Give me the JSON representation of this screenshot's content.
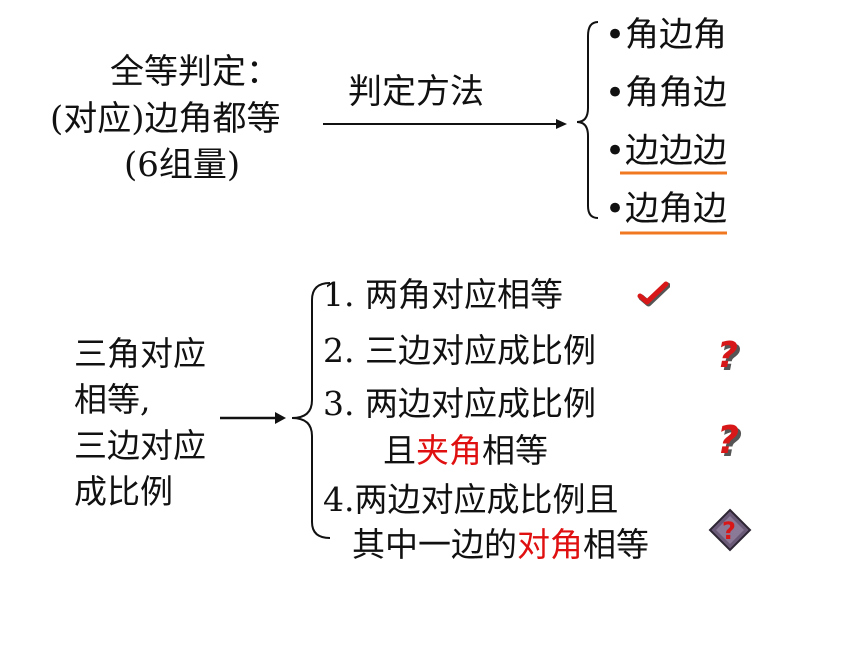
{
  "top": {
    "left_lines": [
      "全等判定：",
      "(对应)边角都等",
      "(6组量)"
    ],
    "arrow_label": "判定方法",
    "methods": [
      {
        "text": "•角边角",
        "underline": false
      },
      {
        "text": "•角角边",
        "underline": false
      },
      {
        "text": "•边边边",
        "underline": true
      },
      {
        "text": "•边角边",
        "underline": true
      }
    ]
  },
  "bottom": {
    "left_lines": [
      "三角对应",
      "相等,",
      "三边对应",
      "成比例"
    ],
    "items": [
      {
        "l1": "1. 两角对应相等",
        "mark": "check-icon"
      },
      {
        "l1": "2. 三边对应成比例",
        "mark": "question-icon"
      },
      {
        "l1": "3. 两边对应成比例",
        "l2a": "且",
        "l2r": "夹角",
        "l2b": "相等",
        "mark": "question-icon"
      },
      {
        "l1": "4.两边对应成比例且",
        "l2a": "其中一边的",
        "l2r": "对角",
        "l2b": "相等",
        "mark": "diamond-question-icon"
      }
    ]
  },
  "colors": {
    "accent_red": "#e01010",
    "underline_orange": "#f07820",
    "icon_red": "#d81818"
  }
}
